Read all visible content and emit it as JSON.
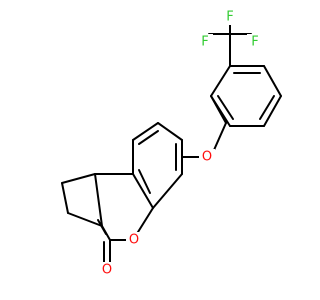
{
  "molecule": {
    "atoms": {
      "F1": {
        "symbol": "F",
        "color": "#33cc33"
      },
      "F2": {
        "symbol": "F",
        "color": "#33cc33"
      },
      "F3": {
        "symbol": "F",
        "color": "#33cc33"
      },
      "O_ether": {
        "symbol": "O",
        "color": "#ff0d0d"
      },
      "O_ring": {
        "symbol": "O",
        "color": "#ff0d0d"
      },
      "O_carbonyl": {
        "symbol": "O",
        "color": "#ff0d0d"
      }
    },
    "bond_color": "#000000",
    "background": "#ffffff"
  }
}
